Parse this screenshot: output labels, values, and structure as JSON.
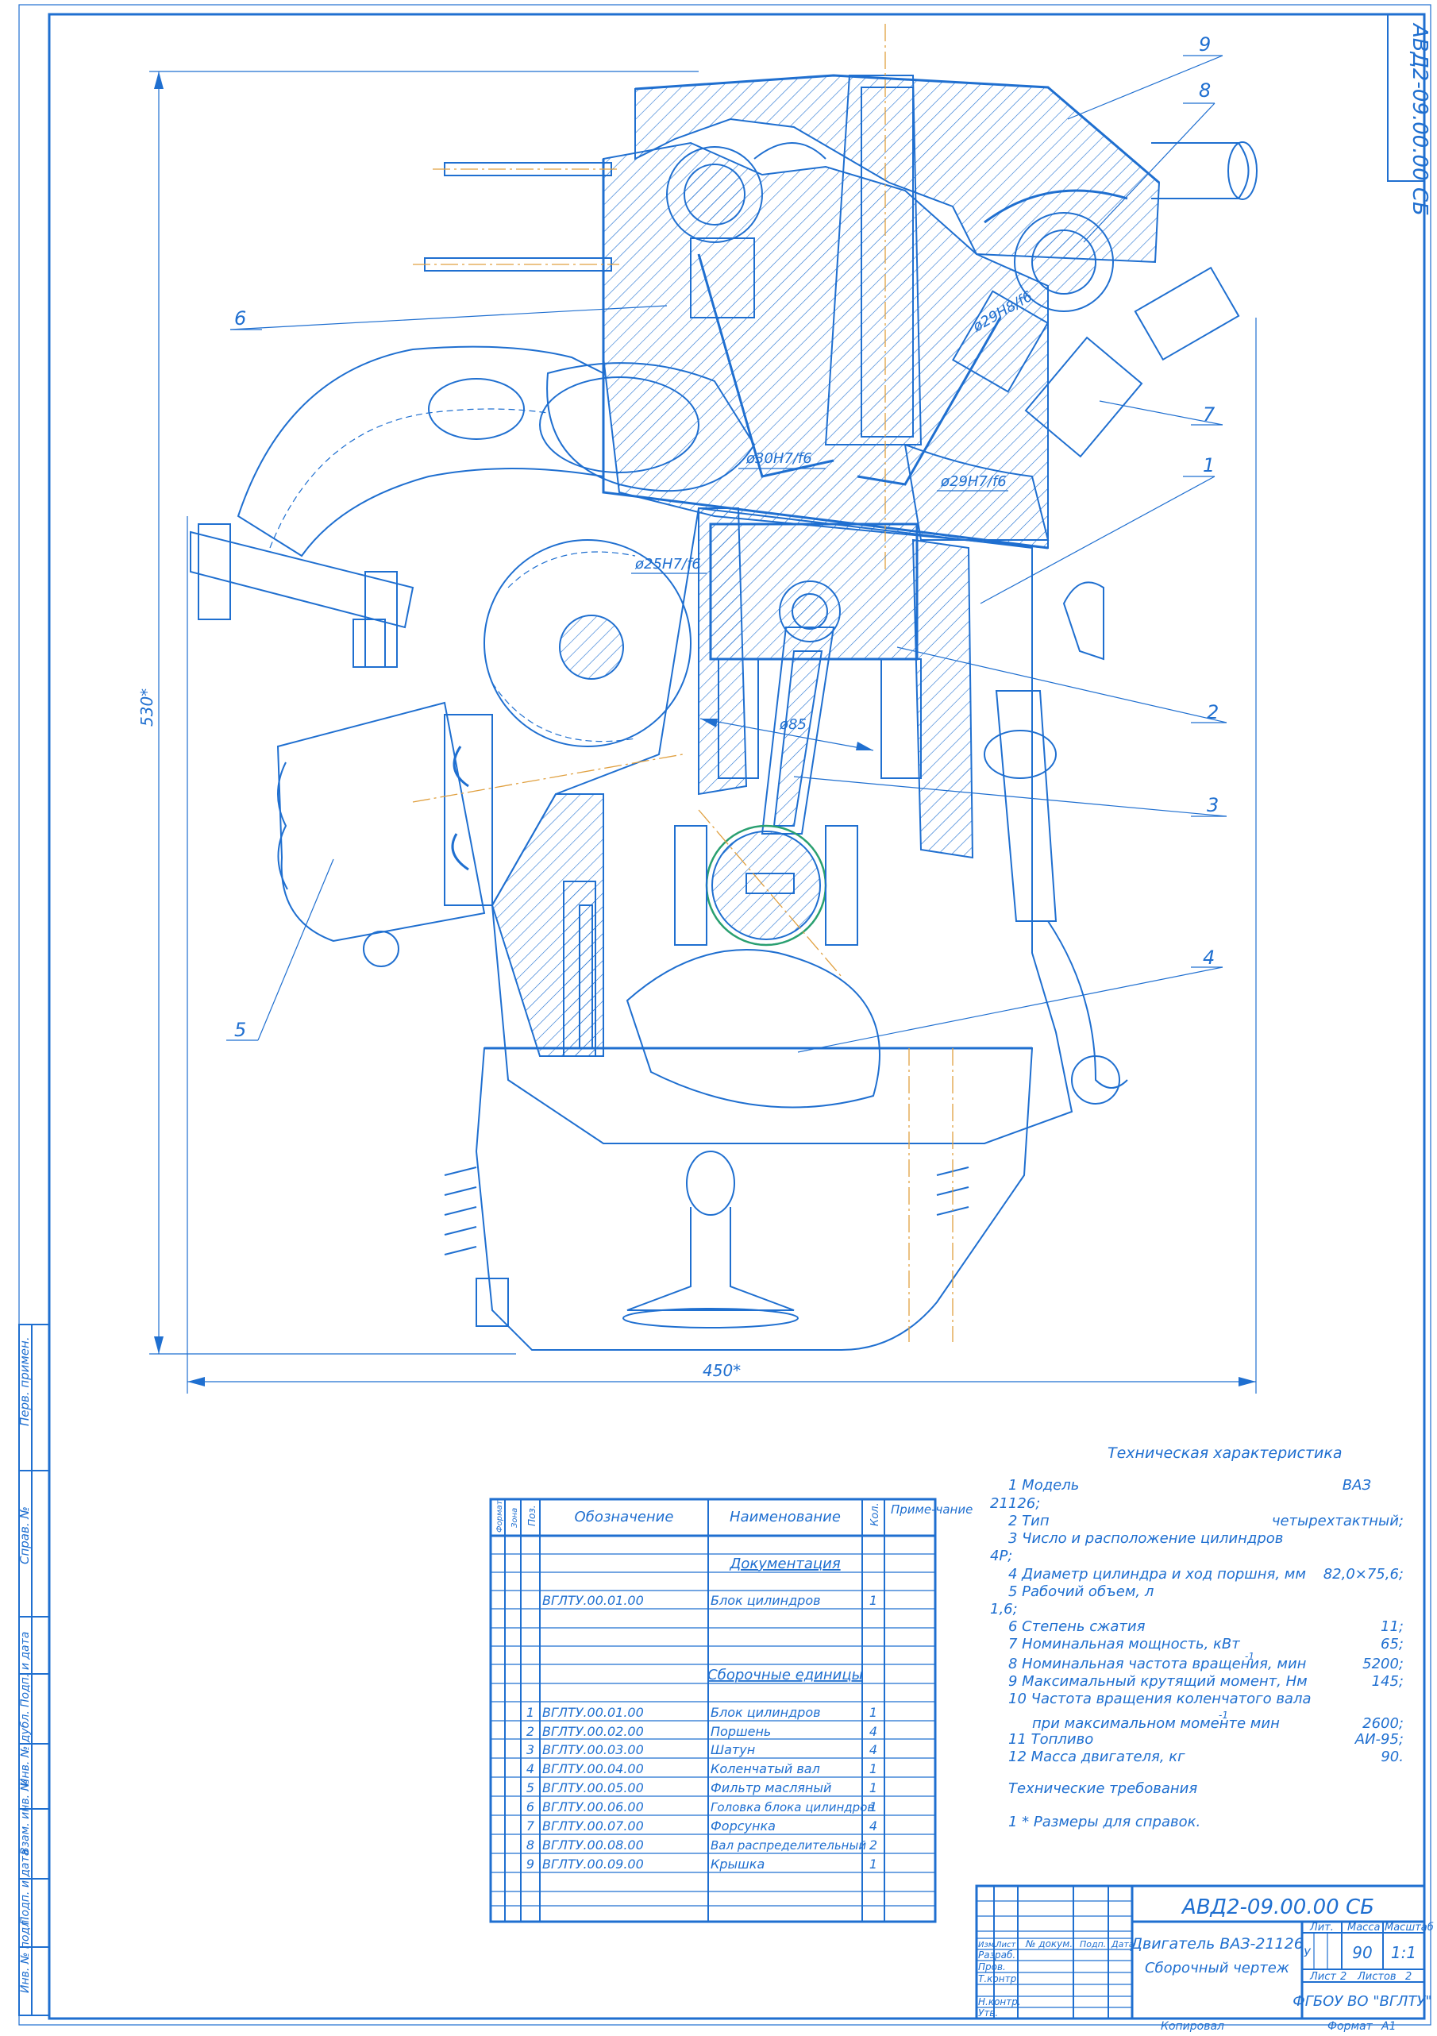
{
  "drawing": {
    "stamp_code": "АВД2-09.00.00 СБ",
    "dim_height": "530*",
    "dim_width": "450*",
    "fits": [
      "ø30H7/f6",
      "ø29H8/f6",
      "ø29H7/f6",
      "ø25H7/f6",
      "ø85"
    ],
    "callouts": [
      "1",
      "2",
      "3",
      "4",
      "5",
      "6",
      "7",
      "8",
      "9"
    ]
  },
  "side_stamp": [
    "Перв. примен.",
    "Справ. №",
    "Подп. и дата",
    "Инв. № дубл.",
    "Взам. инв. №",
    "Подп. и дата",
    "Инв. № подл."
  ],
  "spec_table": {
    "headers": {
      "format": "Формат",
      "zone": "Зона",
      "pos": "Поз.",
      "designation": "Обозначение",
      "name": "Наименование",
      "qty": "Кол.",
      "note": "Приме-чание"
    },
    "section_docs": "Документация",
    "doc_row": {
      "designation": "ВГЛТУ.00.01.00",
      "name": "Блок цилиндров",
      "qty": "1"
    },
    "section_units": "Сборочные единицы",
    "rows": [
      {
        "pos": "1",
        "designation": "ВГЛТУ.00.01.00",
        "name": "Блок цилиндров",
        "qty": "1"
      },
      {
        "pos": "2",
        "designation": "ВГЛТУ.00.02.00",
        "name": "Поршень",
        "qty": "4"
      },
      {
        "pos": "3",
        "designation": "ВГЛТУ.00.03.00",
        "name": "Шатун",
        "qty": "4"
      },
      {
        "pos": "4",
        "designation": "ВГЛТУ.00.04.00",
        "name": "Коленчатый вал",
        "qty": "1"
      },
      {
        "pos": "5",
        "designation": "ВГЛТУ.00.05.00",
        "name": "Фильтр масляный",
        "qty": "1"
      },
      {
        "pos": "6",
        "designation": "ВГЛТУ.00.06.00",
        "name": "Головка блока цилиндров",
        "qty": "1"
      },
      {
        "pos": "7",
        "designation": "ВГЛТУ.00.07.00",
        "name": "Форсунка",
        "qty": "4"
      },
      {
        "pos": "8",
        "designation": "ВГЛТУ.00.08.00",
        "name": "Вал распределительный",
        "qty": "2"
      },
      {
        "pos": "9",
        "designation": "ВГЛТУ.00.09.00",
        "name": "Крышка",
        "qty": "1"
      }
    ]
  },
  "tech": {
    "title": "Техническая характеристика",
    "items": [
      {
        "label": "1 Модель",
        "value": "ВАЗ",
        "wrap": "21126;"
      },
      {
        "label": "2 Тип",
        "value": "четырехтактный;"
      },
      {
        "label": "3 Число и расположение цилиндров",
        "value": "",
        "wrap": "4Р;"
      },
      {
        "label": "4 Диаметр цилиндра и ход поршня, мм",
        "value": "82,0×75,6;"
      },
      {
        "label": "5 Рабочий объем, л",
        "value": "",
        "wrap": "1,6;"
      },
      {
        "label": "6 Степень сжатия",
        "value": "11;"
      },
      {
        "label": "7 Номинальная мощность, кВт",
        "value": "65;"
      },
      {
        "label": "8 Номинальная частота вращения, мин",
        "sup": "-1",
        "value": "5200;"
      },
      {
        "label": "9 Максимальный крутящий момент, Нм",
        "value": "145;"
      },
      {
        "label": "10 Частота вращения коленчатого вала",
        "value": ""
      },
      {
        "label": "при максимальном моменте мин",
        "sup": "-1",
        "value": "2600;"
      },
      {
        "label": "11 Топливо",
        "value": "АИ-95;"
      },
      {
        "label": "12 Масса двигателя, кг",
        "value": "90."
      }
    ],
    "req_title": "Технические требования",
    "req_items": [
      "1 * Размеры для справок."
    ]
  },
  "title_block": {
    "code": "АВД2-09.00.00 СБ",
    "name": "Двигатель ВАЗ-21126",
    "doc_type": "Сборочный чертеж",
    "col_lit": "Лит.",
    "col_mass": "Масса",
    "col_scale": "Масштаб",
    "lit": "У",
    "mass": "90",
    "scale": "1:1",
    "sheet_label": "Лист",
    "sheet": "2",
    "sheets_label": "Листов",
    "sheets": "2",
    "org": "ФГБОУ ВО \"ВГЛТУ\"",
    "rows_left": [
      "Изм.",
      "Лист",
      "№ докум.",
      "Подп.",
      "Дата"
    ],
    "roles": [
      "Разраб.",
      "Пров.",
      "Т.контр.",
      "",
      "Н.контр.",
      "Утв."
    ],
    "copied": "Копировал",
    "format_label": "Формат",
    "format": "A1"
  }
}
